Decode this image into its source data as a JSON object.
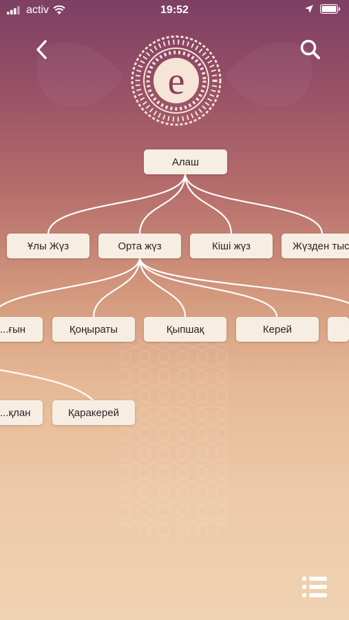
{
  "status": {
    "carrier": "activ",
    "time": "19:52"
  },
  "icons": {
    "back": "chevron-left-icon",
    "search": "search-icon",
    "logo": "letter-e-logo-icon",
    "menu": "list-icon"
  },
  "colors": {
    "node_background": "#f6eee3",
    "connector": "#ffffff",
    "logo": "#f6e4d6"
  },
  "logo_letter": "e",
  "tree": {
    "root": "Алаш",
    "zhuz": [
      "Ұлы Жүз",
      "Орта жүз",
      "Кіші жүз",
      "Жүзден тыс"
    ],
    "tribes": [
      "...ғын",
      "Қоңыраты",
      "Қыпшақ",
      "Керей",
      ""
    ],
    "subtribes": [
      "...қлан",
      "Қаракерей"
    ]
  }
}
